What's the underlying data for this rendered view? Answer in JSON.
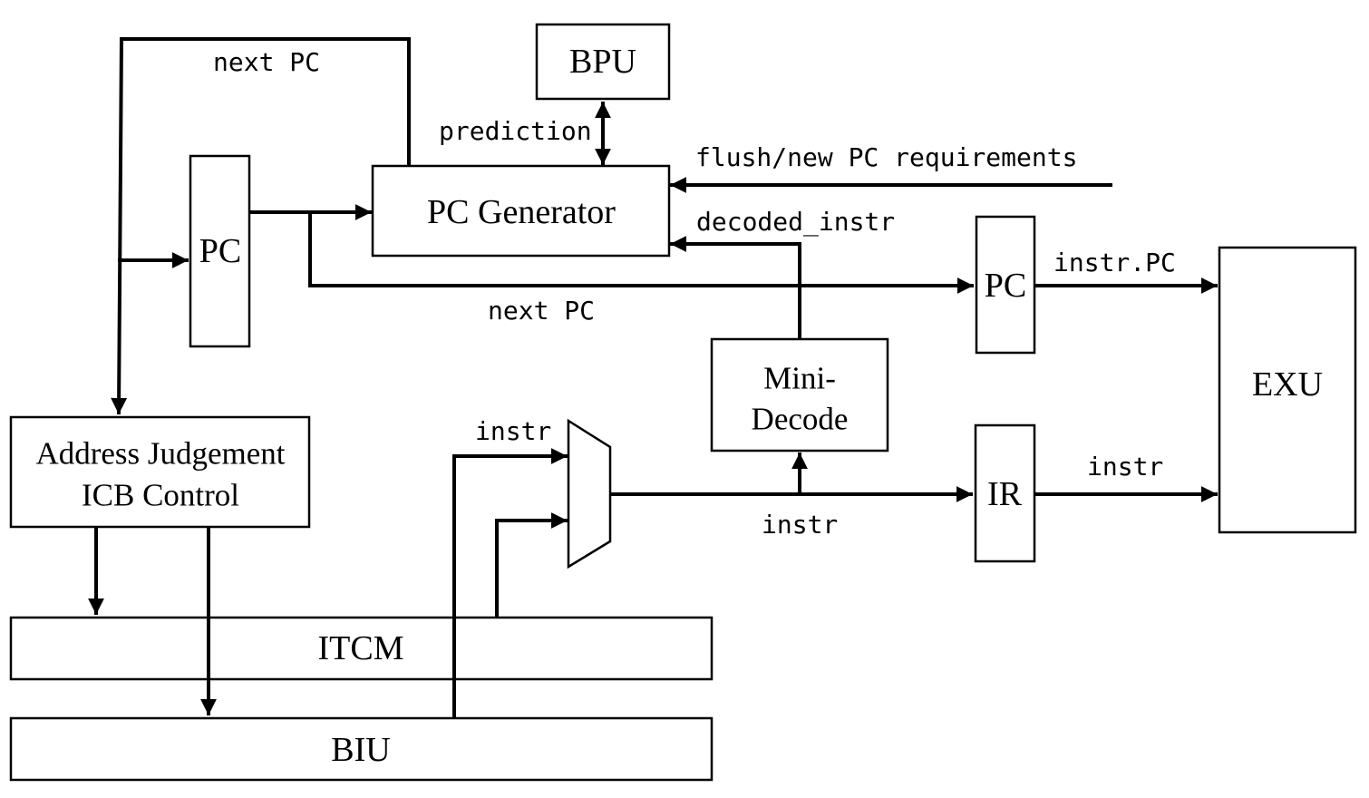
{
  "blocks": {
    "bpu": "BPU",
    "pc_generator": "PC Generator",
    "pc_left": "PC",
    "pc_right": "PC",
    "mini_decode_line1": "Mini-",
    "mini_decode_line2": "Decode",
    "exu": "EXU",
    "ir": "IR",
    "addr_judge_line1": "Address Judgement",
    "addr_judge_line2": "ICB Control",
    "itcm": "ITCM",
    "biu": "BIU"
  },
  "signals": {
    "next_pc_top": "next PC",
    "prediction": "prediction",
    "flush": "flush/new PC requirements",
    "decoded_instr": "decoded_instr",
    "next_pc_mid": "next PC",
    "instr_pc": "instr.PC",
    "instr_mux_in": "instr",
    "instr_mux_out": "instr",
    "instr_exu": "instr"
  }
}
